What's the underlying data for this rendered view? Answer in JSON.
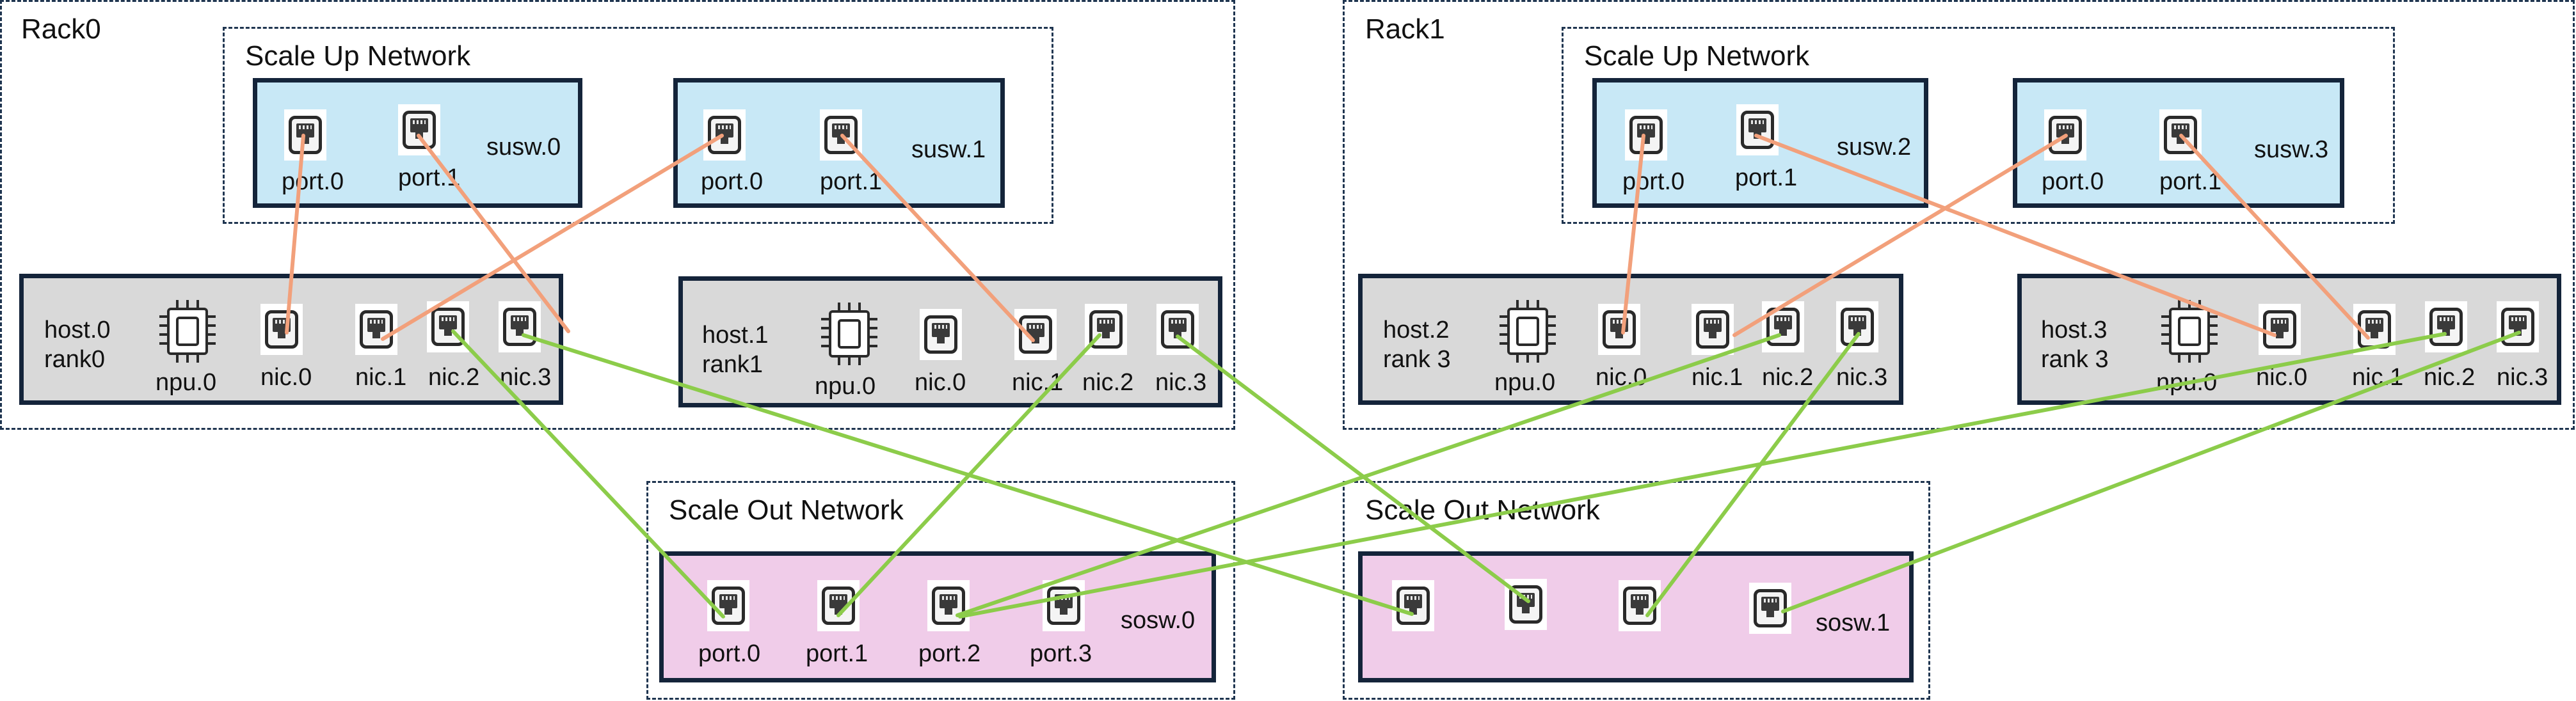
{
  "racks": [
    {
      "label": "Rack0",
      "scale_up_label": "Scale Up Network"
    },
    {
      "label": "Rack1",
      "scale_up_label": "Scale Up Network"
    }
  ],
  "scale_out": [
    {
      "label": "Scale Out Network"
    },
    {
      "label": "Scale Out Network"
    }
  ],
  "scale_up_switches": [
    {
      "name": "susw.0",
      "ports": [
        "port.0",
        "port.1"
      ]
    },
    {
      "name": "susw.1",
      "ports": [
        "port.0",
        "port.1"
      ]
    },
    {
      "name": "susw.2",
      "ports": [
        "port.0",
        "port.1"
      ]
    },
    {
      "name": "susw.3",
      "ports": [
        "port.0",
        "port.1"
      ]
    }
  ],
  "hosts": [
    {
      "name": "host.0",
      "rank": "rank0",
      "npu": "npu.0",
      "nics": [
        "nic.0",
        "nic.1",
        "nic.2",
        "nic.3"
      ]
    },
    {
      "name": "host.1",
      "rank": "rank1",
      "npu": "npu.0",
      "nics": [
        "nic.0",
        "nic.1",
        "nic.2",
        "nic.3"
      ]
    },
    {
      "name": "host.2",
      "rank": "rank 3",
      "npu": "npu.0",
      "nics": [
        "nic.0",
        "nic.1",
        "nic.2",
        "nic.3"
      ]
    },
    {
      "name": "host.3",
      "rank": "rank 3",
      "npu": "npu.0",
      "nics": [
        "nic.0",
        "nic.1",
        "nic.2",
        "nic.3"
      ]
    }
  ],
  "scale_out_switches": [
    {
      "name": "sosw.0",
      "ports": [
        "port.0",
        "port.1",
        "port.2",
        "port.3"
      ]
    },
    {
      "name": "sosw.1",
      "ports": []
    }
  ],
  "colors": {
    "scale_up_link": "#f2a07b",
    "scale_out_link": "#8ccc4a",
    "switch_fill": "#c8e8f6",
    "host_fill": "#d9d9d9",
    "sosw_fill": "#f0cce9",
    "border": "#14243a"
  }
}
